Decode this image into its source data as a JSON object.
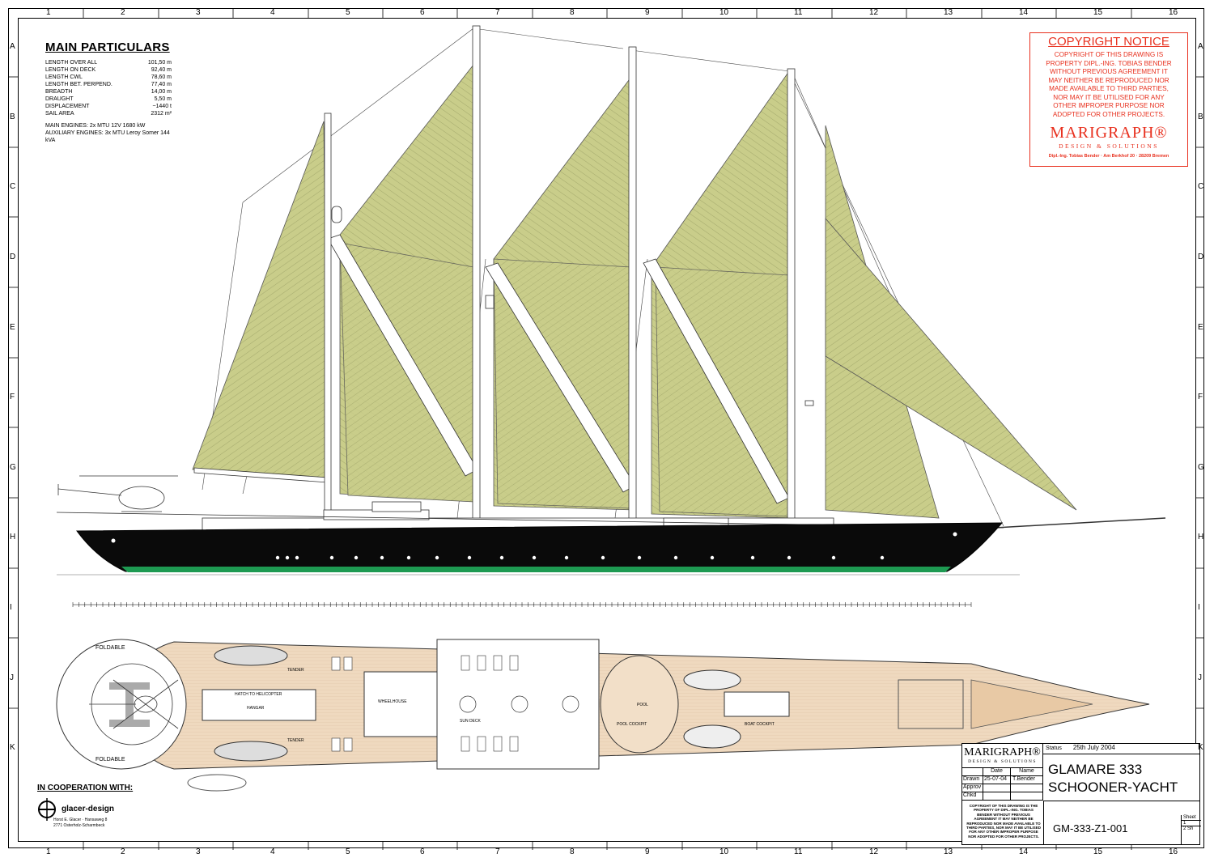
{
  "grid": {
    "columns": [
      "1",
      "2",
      "3",
      "4",
      "5",
      "6",
      "7",
      "8",
      "9",
      "10",
      "11",
      "12",
      "13",
      "14",
      "15",
      "16"
    ],
    "rows": [
      "A",
      "B",
      "C",
      "D",
      "E",
      "F",
      "G",
      "H",
      "I",
      "J",
      "K"
    ]
  },
  "particulars": {
    "title": "MAIN PARTICULARS",
    "rows": [
      {
        "label": "LENGTH OVER ALL",
        "value": "101,50 m"
      },
      {
        "label": "LENGTH ON DECK",
        "value": "92,40 m"
      },
      {
        "label": "LENGTH CWL",
        "value": "78,60 m"
      },
      {
        "label": "LENGTH BET. PERPEND.",
        "value": "77,40 m"
      },
      {
        "label": "BREADTH",
        "value": "14,00 m"
      },
      {
        "label": "DRAUGHT",
        "value": "5,50 m"
      },
      {
        "label": "DISPLACEMENT",
        "value": "~1440 t"
      },
      {
        "label": "SAIL AREA",
        "value": "2312 m²"
      }
    ],
    "main_engines": "MAIN ENGINES: 2x MTU 12V 1680 kW",
    "aux_engines": "AUXILIARY ENGINES: 3x MTU Leroy Somer 144 kVA"
  },
  "copyright": {
    "title": "COPYRIGHT NOTICE",
    "lines": [
      "COPYRIGHT OF THIS DRAWING IS",
      "PROPERTY DIPL.-ING. TOBIAS BENDER",
      "WITHOUT PREVIOUS AGREEMENT IT",
      "MAY NEITHER BE REPRODUCED NOR",
      "MADE AVAILABLE TO THIRD PARTIES,",
      "NOR MAY IT BE UTILISED FOR ANY",
      "OTHER IMPROPER PURPOSE NOR",
      "ADOPTED FOR OTHER PROJECTS."
    ],
    "logo": "MARIGRAPH®",
    "logo_sub": "DESIGN & SOLUTIONS",
    "address": "Dipl.-Ing. Tobias Bender · Am Berkhof 20 · 28209 Bremen"
  },
  "plan_labels": {
    "foldable_top": "FOLDABLE",
    "foldable_bottom": "FOLDABLE",
    "hatch": "HATCH TO HELICOPTER",
    "hangar": "HANGAR",
    "wheelhouse": "WHEELHOUSE",
    "sun_deck": "SUN DECK",
    "pool_cockpit": "POOL COCKPIT",
    "boat_cockpit": "BOAT COCKPIT",
    "pool": "POOL",
    "tender_top": "TENDER",
    "tender_bottom": "TENDER"
  },
  "cooperation": {
    "heading": "IN COOPERATION WITH:",
    "name": "glacer-design",
    "address_line1": "Horst E. Glacer · Hansaweg 8",
    "address_line2": "2771 Osterholz-Scharmbeck"
  },
  "title_block": {
    "logo": "MARIGRAPH®",
    "logo_sub": "DESIGN & SOLUTIONS",
    "status_label": "Status",
    "status_value": "25th July 2004",
    "project_line1": "GLAMARE 333",
    "project_line2": "SCHOONER-YACHT",
    "date_header": "Date",
    "name_header": "Name",
    "drawn_label": "Drawn",
    "drawn_date": "25-07-04",
    "drawn_name": "T.Bender",
    "approved_label": "Approv",
    "checked_label": "Chkd",
    "drawing_number": "GM-333-Z1-001",
    "sheet_label": "Sheet",
    "sheet_number": "1",
    "sheets_total": "2",
    "sheets_label": "Sh",
    "notice": "COPYRIGHT OF THIS DRAWING IS THE PROPERTY OF DIPL.-ING. TOBIAS BENDER WITHOUT PREVIOUS AGREEMENT IT MAY NEITHER BE REPRODUCED NOR MADE AVAILABLE TO THIRD PARTIES, NOR MAY IT BE UTILISED FOR ANY OTHER IMPROPER PURPOSE NOR ADOPTED FOR OTHER PROJECTS."
  },
  "colors": {
    "sail": "#c9cd8a",
    "hull": "#0a0a0a",
    "boot_stripe": "#1e9a52",
    "deck_wood": "#efd9bf",
    "copyright_red": "#e8301e"
  }
}
